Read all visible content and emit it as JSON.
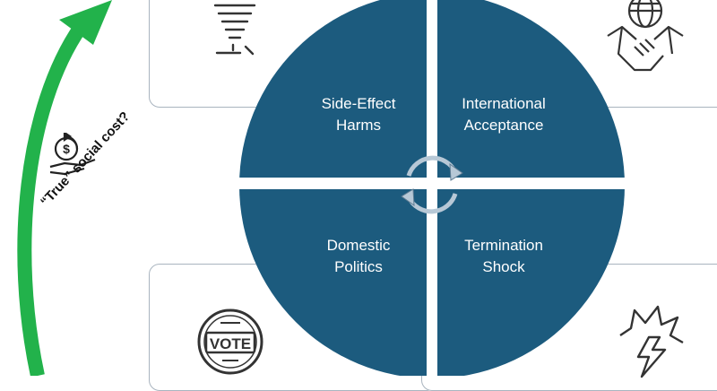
{
  "quadrants": {
    "top_left": {
      "line1": "Side-Effect",
      "line2": "Harms",
      "icon": "tornado-icon"
    },
    "top_right": {
      "line1": "International",
      "line2": "Acceptance",
      "icon": "globe-handshake-icon"
    },
    "bottom_left": {
      "line1": "Domestic",
      "line2": "Politics",
      "icon": "vote-stamp-icon"
    },
    "bottom_right": {
      "line1": "Termination",
      "line2": "Shock",
      "icon": "lightning-burst-icon"
    }
  },
  "side": {
    "label": "“True” social cost?",
    "icon": "dollar-hand-icon"
  },
  "cycle_icon": "cycle-arrows-icon",
  "colors": {
    "circle_fill": "#1c5b7e",
    "arrow_green": "#22b24b",
    "card_border": "#a9b4bf",
    "cycle_arrow": "#b7c8d6"
  }
}
